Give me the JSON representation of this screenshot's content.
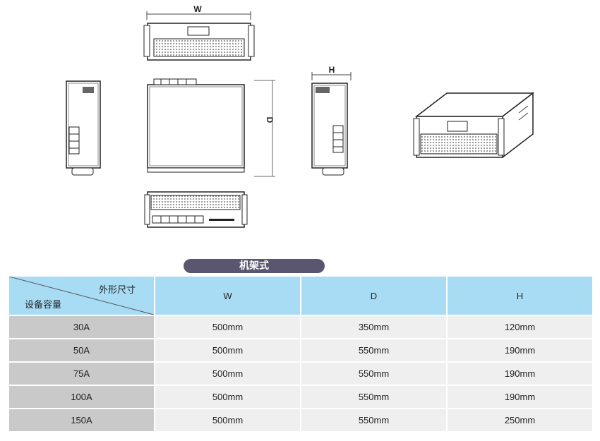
{
  "drawings": {
    "front_view_label": "W",
    "side_view_label": "H",
    "top_view_label": "D"
  },
  "section_title": "机架式",
  "table": {
    "corner_top_right": "外形尺寸",
    "corner_bottom_left": "设备容量",
    "columns": [
      "W",
      "D",
      "H"
    ],
    "rows": [
      {
        "capacity": "30A",
        "w": "500mm",
        "d": "350mm",
        "h": "120mm"
      },
      {
        "capacity": "50A",
        "w": "500mm",
        "d": "550mm",
        "h": "190mm"
      },
      {
        "capacity": "75A",
        "w": "500mm",
        "d": "550mm",
        "h": "190mm"
      },
      {
        "capacity": "100A",
        "w": "500mm",
        "d": "550mm",
        "h": "190mm"
      },
      {
        "capacity": "150A",
        "w": "500mm",
        "d": "550mm",
        "h": "250mm"
      }
    ]
  },
  "colors": {
    "header_bg": "#a7dcf4",
    "label_bg": "#c9c9c9",
    "cell_bg": "#efefef",
    "pill_bg": "#5b5670"
  }
}
